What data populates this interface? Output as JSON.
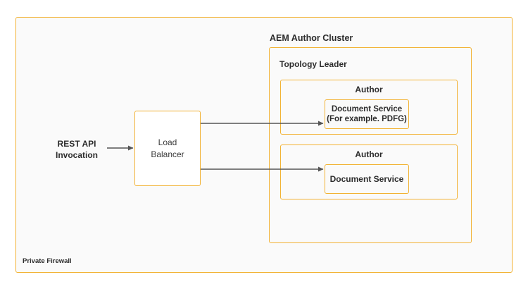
{
  "diagram": {
    "firewall_label": "Private Firewall",
    "cluster_title": "AEM Author Cluster",
    "topology_title": "Topology Leader",
    "author1": {
      "title": "Author",
      "service_line1": "Document Service",
      "service_line2": "(For example. PDFG)"
    },
    "author2": {
      "title": "Author",
      "service": "Document Service"
    },
    "load_balancer": {
      "line1": "Load",
      "line2": "Balancer"
    },
    "rest_api": {
      "line1": "REST API",
      "line2": "Invocation"
    }
  },
  "colors": {
    "box_border": "#f2b234",
    "box_fill": "#fafafa",
    "arrow": "#555555",
    "text": "#2c2c2c"
  }
}
